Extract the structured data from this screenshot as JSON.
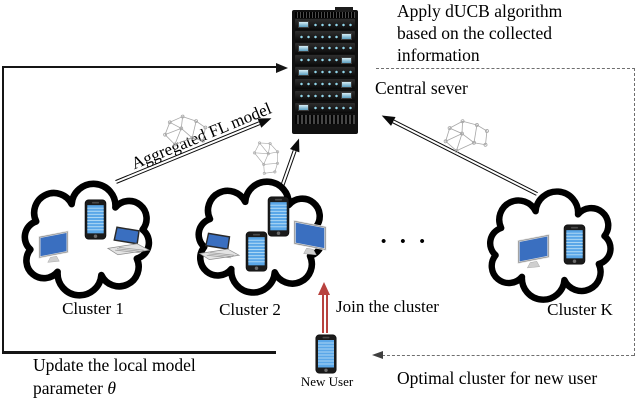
{
  "note": {
    "line1": "Apply dUCB algorithm",
    "line2": "based on the collected",
    "line3": "information"
  },
  "server_label": "Central sever",
  "labels": {
    "aggregated": "Aggregated FL model",
    "join": "Join the cluster",
    "optimal": "Optimal cluster for new user",
    "update_line1": "Update the local model",
    "update_line2_prefix": "parameter",
    "theta": "θ",
    "new_user": "New User",
    "ellipsis": "•••"
  },
  "clusters": {
    "c1": "Cluster 1",
    "c2": "Cluster 2",
    "ck": "Cluster K"
  },
  "icons": {
    "server": "server-rack-icon",
    "cloud": "cloud-icon",
    "monitor": "desktop-monitor-icon",
    "laptop": "laptop-icon",
    "phone": "smartphone-icon",
    "neural_sketch": "neural-network-sketch-icon"
  },
  "colors": {
    "red_arrow": "#b8423e",
    "dash_gray": "#6f6f6f",
    "screen_blue": "#3a6fc0",
    "led_cyan": "#92d7ec",
    "line_black": "#151515"
  }
}
